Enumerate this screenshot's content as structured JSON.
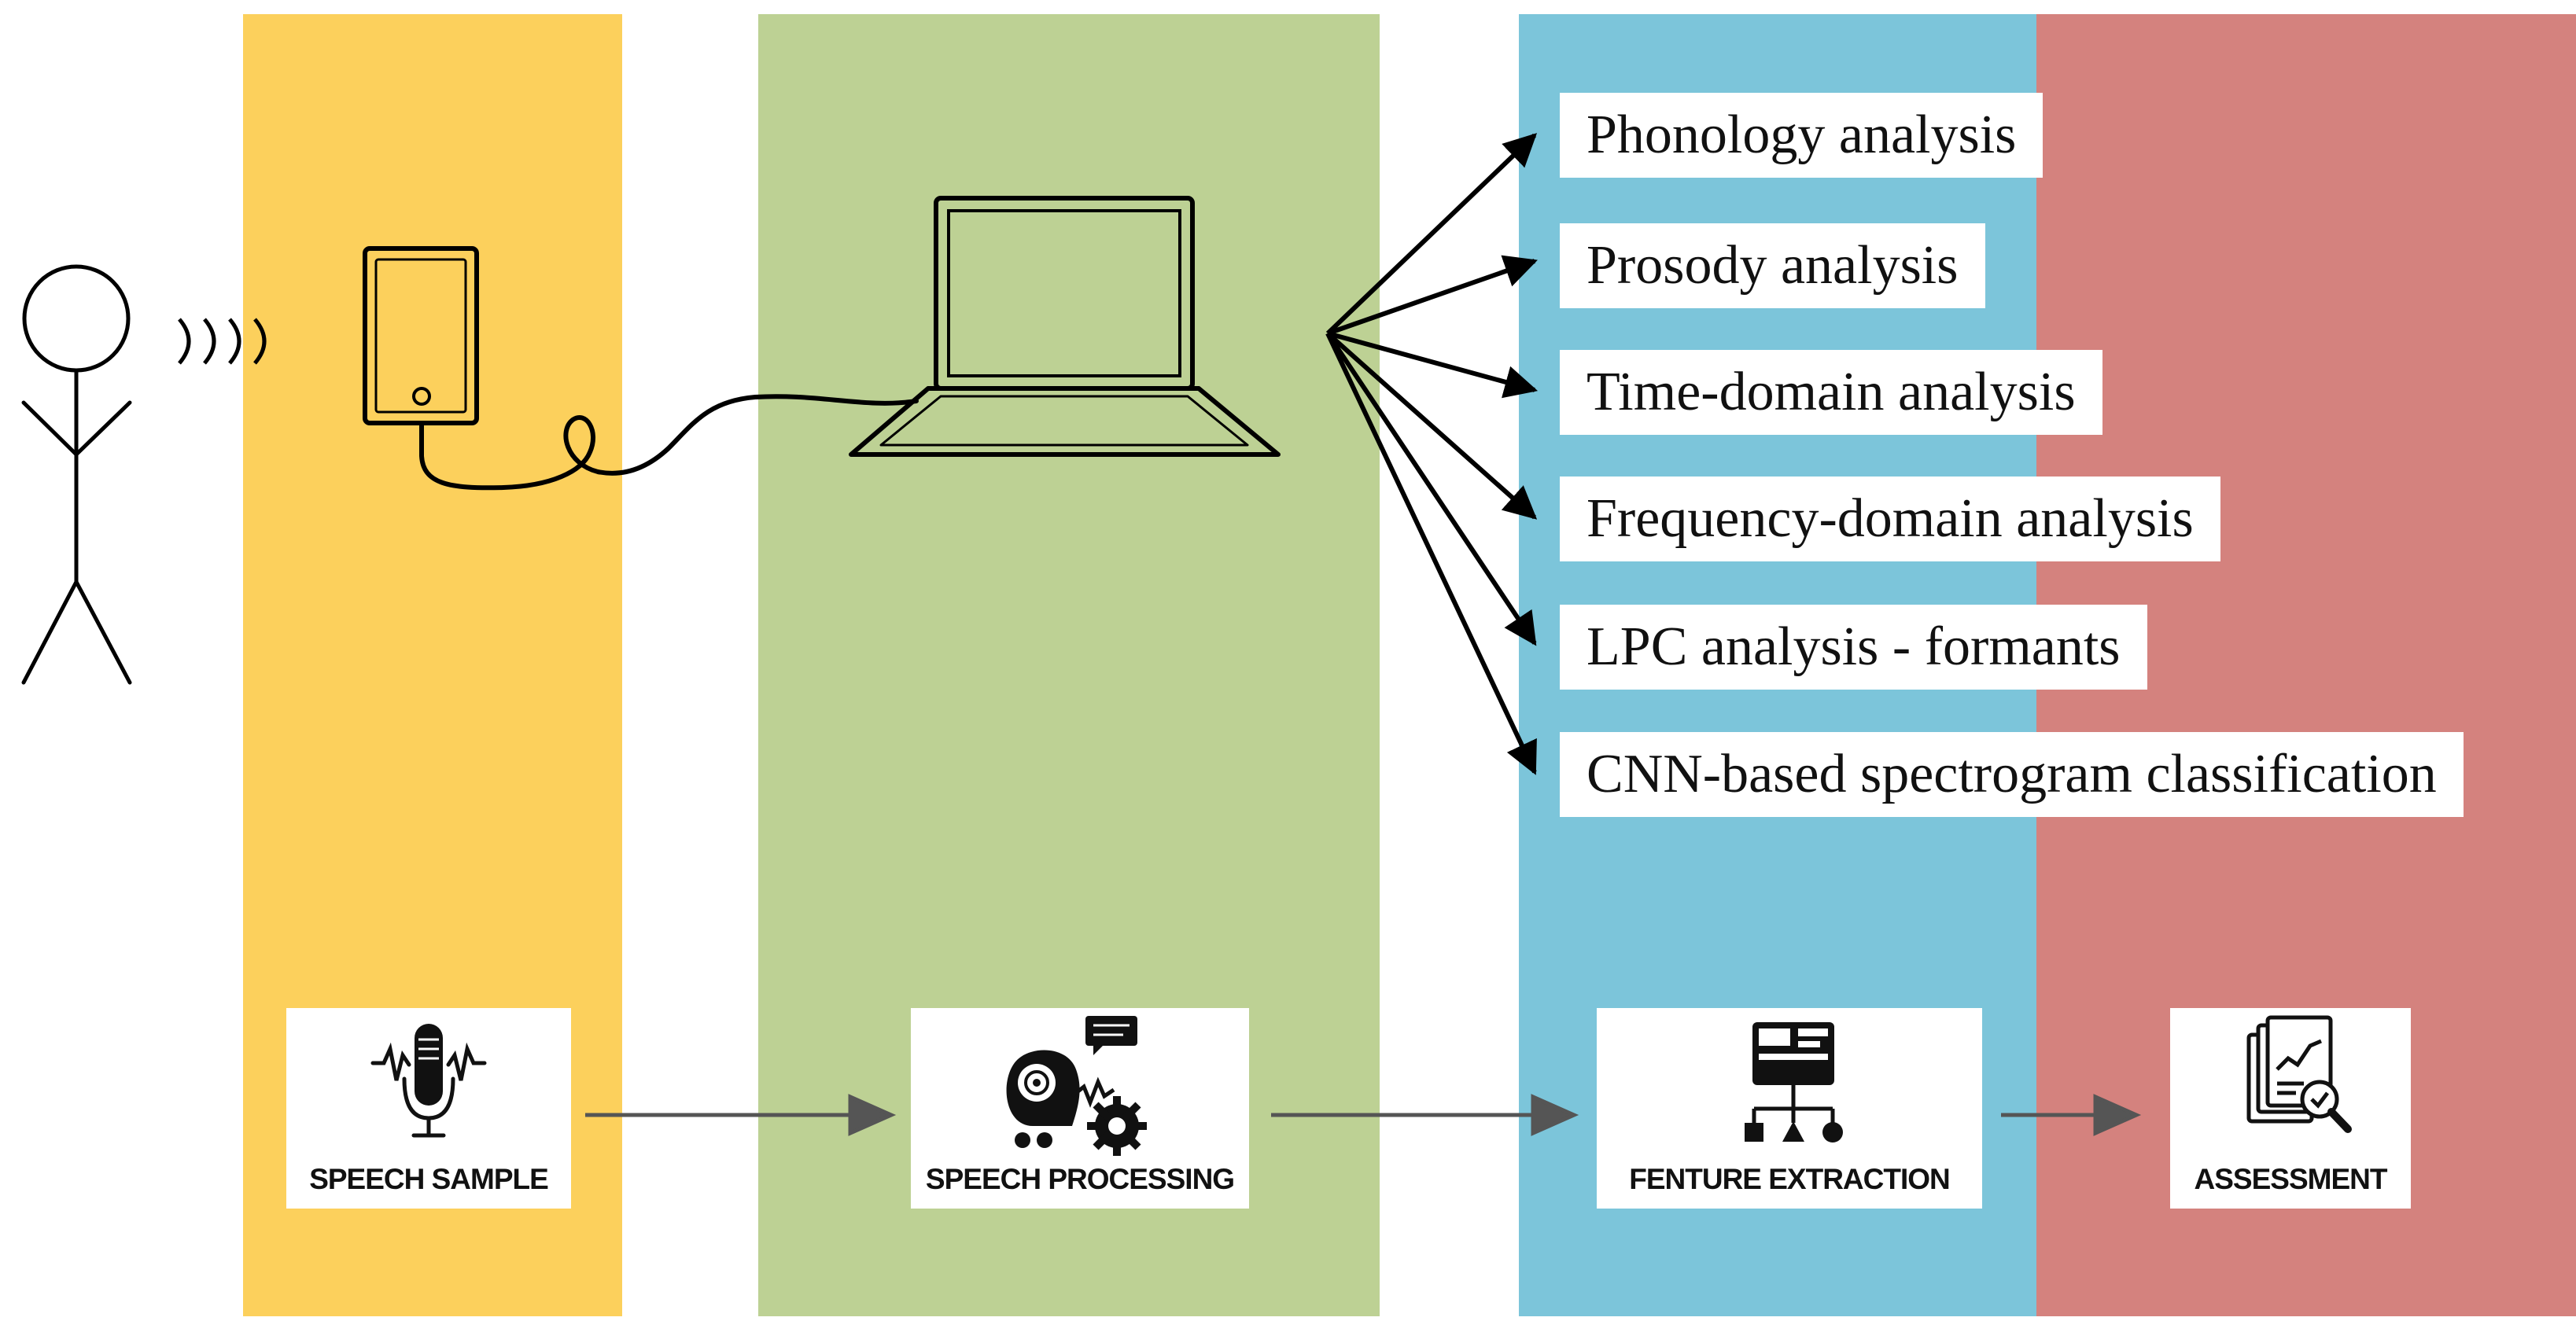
{
  "colors": {
    "speech_sample_band": "#FCD05C",
    "speech_processing_band": "#BDD194",
    "feature_extraction_band": "#7CC5DA",
    "assessment_band": "#D4827E",
    "flow_arrow": "#555555",
    "line": "#000000"
  },
  "features": [
    {
      "label": "Phonology analysis"
    },
    {
      "label": "Prosody analysis"
    },
    {
      "label": "Time-domain analysis"
    },
    {
      "label": "Frequency-domain analysis"
    },
    {
      "label": "LPC analysis - formants"
    },
    {
      "label": "CNN-based spectrogram classification"
    }
  ],
  "stages": [
    {
      "label": "SPEECH SAMPLE",
      "icon": "microphone-icon"
    },
    {
      "label": "SPEECH PROCESSING",
      "icon": "speech-processing-icon"
    },
    {
      "label": "FENTURE EXTRACTION",
      "icon": "feature-extraction-icon"
    },
    {
      "label": "ASSESSMENT",
      "icon": "assessment-icon"
    }
  ],
  "icons": {
    "person": "stick-figure-icon",
    "sound": "sound-waves-icon",
    "recorder": "smartphone-icon",
    "computer": "laptop-icon"
  }
}
